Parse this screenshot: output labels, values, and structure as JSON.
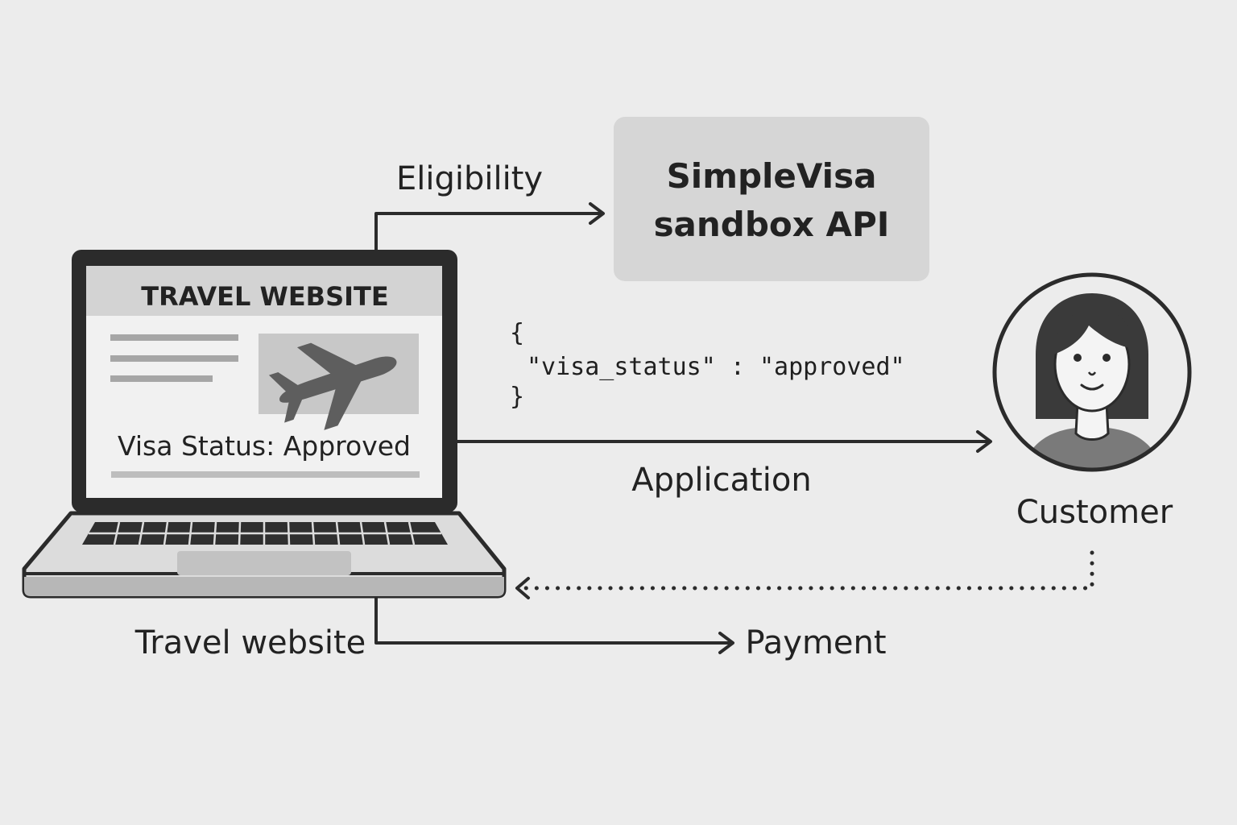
{
  "colors": {
    "background": "#ececec",
    "ink": "#2b2b2b",
    "api_box": "#d6d6d6",
    "screen": "#f1f1f1",
    "screen_header": "#d3d3d3",
    "image_block": "#c8c8c8",
    "plane": "#5e5e5e",
    "keyboard_keys": "#2f2f2f",
    "laptop_base": "#dcdcdc",
    "avatar_hair": "#3a3a3a",
    "avatar_shirt": "#7a7a7a"
  },
  "api": {
    "line1": "SimpleVisa",
    "line2": "sandbox API"
  },
  "laptop": {
    "header": "TRAVEL WEBSITE",
    "status": "Visa Status: Approved",
    "icon": "airplane-icon",
    "caption": "Travel website"
  },
  "json_response": {
    "open": "{",
    "line": "\"visa_status\" : \"approved\"",
    "close": "}"
  },
  "arrows": {
    "eligibility": "Eligibility",
    "application": "Application",
    "payment": "Payment"
  },
  "customer": {
    "label": "Customer",
    "icon": "person-avatar-icon"
  }
}
